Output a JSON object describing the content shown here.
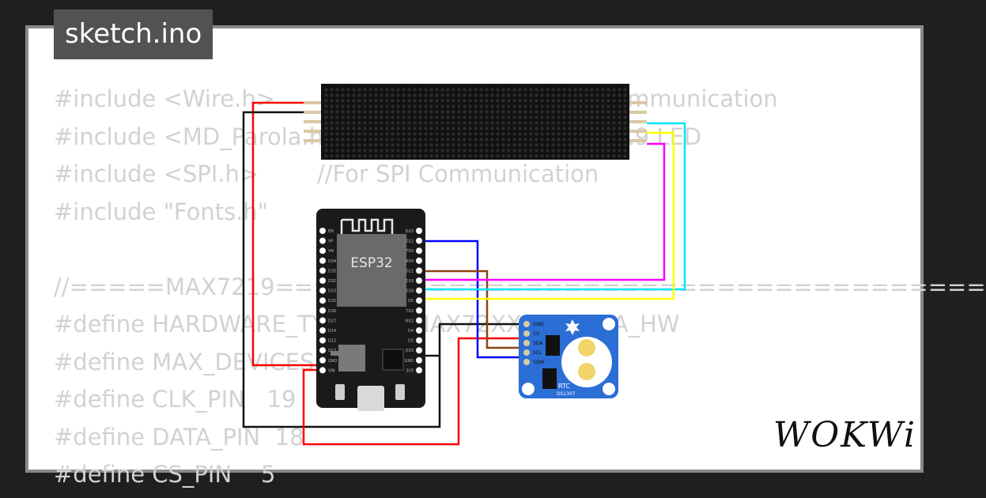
{
  "badge": {
    "filename": "sketch.ino"
  },
  "code_lines": [
    "#include <Wire.h>                              //For I2C Communication",
    "#include <MD_Parola.h>                   //For MAX7219 LED",
    "#include <SPI.h>        //For SPI Communication",
    "#include \"Fonts.h\"",
    "",
    "//=====MAX7219=====================================",
    "#define HARDWARE_TYPE MD_MAX72XX::PAROLA_HW",
    "#define MAX_DEVICES 4",
    "#define CLK_PIN   19",
    "#define DATA_PIN  18",
    "#define CS_PIN    5"
  ],
  "board": {
    "chip_label": "ESP32",
    "pin_labels_left": [
      "EN",
      "VP",
      "VN",
      "D34",
      "D35",
      "D32",
      "D33",
      "D25",
      "D26",
      "D27",
      "D14",
      "D12",
      "D13",
      "GND",
      "VIN"
    ],
    "pin_labels_right": [
      "D23",
      "D22",
      "TX0",
      "RX0",
      "D21",
      "D19",
      "D18",
      "D5",
      "TX2",
      "RX2",
      "D4",
      "D2",
      "D15",
      "GND",
      "3V3"
    ]
  },
  "rtc": {
    "title": "RTC",
    "chip": "DS1307",
    "pins": [
      "GND",
      "5V",
      "SDA",
      "SCL",
      "SQW"
    ]
  },
  "wire_colors": {
    "red": "#ff0000",
    "black": "#111111",
    "blue": "#0000ff",
    "brown": "#8b4513",
    "magenta": "#ff00ff",
    "cyan": "#00e5ff",
    "yellow": "#ffff00"
  },
  "logo": {
    "text": "WOKWi"
  }
}
